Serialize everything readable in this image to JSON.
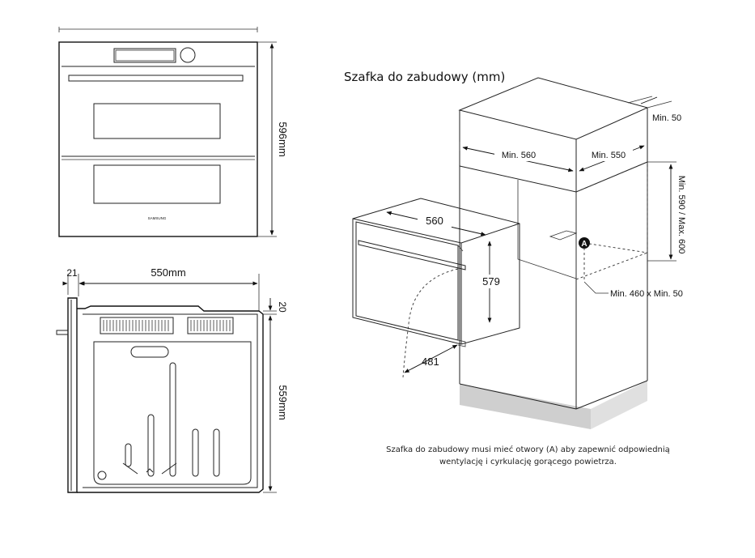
{
  "front_view": {
    "height_label": "596mm",
    "brand_label": "SAMSUNG"
  },
  "side_view": {
    "depth_label": "550mm",
    "front_label": "21",
    "top_label": "20",
    "height_label": "559mm"
  },
  "cabinet": {
    "title": "Szafka do zabudowy (mm)",
    "labels": {
      "min_50_top": "Min. 50",
      "min_560": "Min. 560",
      "min_550": "Min. 550",
      "height_range": "Min. 590 / Max. 600",
      "width_560": "560",
      "height_579": "579",
      "depth_481": "481",
      "vent_marker": "A",
      "vent_size": "Min. 460 x Min. 50"
    },
    "caption_line1": "Szafka do zabudowy musi mieć otwory (A) aby zapewnić odpowiednią",
    "caption_line2": "wentylację i cyrkulację gorącego powietrza."
  },
  "colors": {
    "line": "#222222",
    "plinth": "#cfcfcf",
    "marker": "#111111"
  }
}
